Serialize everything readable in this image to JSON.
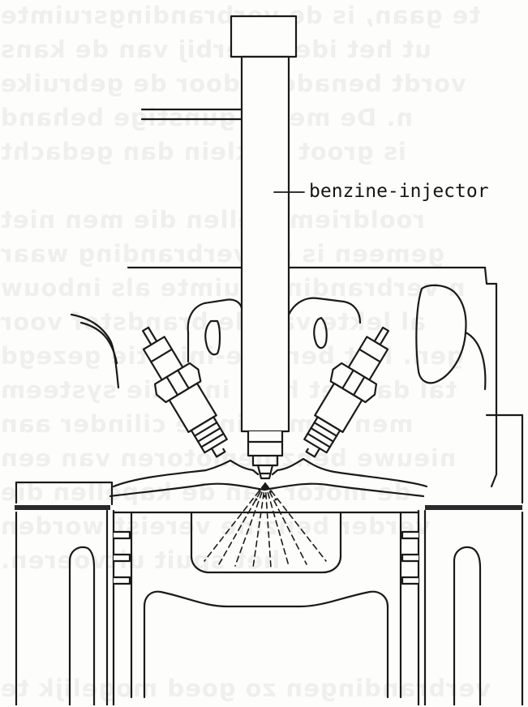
{
  "figure": {
    "label": "benzine-injector",
    "colors": {
      "ink": "#1a1a1a",
      "paper": "#fdfdfb",
      "gasket": "#2a2a2a"
    }
  },
  "show_through": {
    "lines": [
      "te gaan, is de verbrandingsruimte",
      "ut het idee hierbij van de kans",
      "vordt benaderd door de gebruike",
      "n. De meest gunstige behand",
      "is groot of klein dan gedacht",
      "",
      "rooldriemodellen die men niet",
      "gemeen is de verbranding waar",
      "n verbrandingsruimte als inbouw",
      "al lekte van de brandstof voor",
      "gen. Het benzine-injectie gezegd",
      "tal dat het hele injectie systeem",
      "men samen in de cilinder aan",
      "nieuwe benzinemotoren van een",
      "de motor van de kapellen die",
      "verder benzine vereist worden",
      "het spuit uitvoeren.",
      "verbrandingen zo goed mogelijk te"
    ]
  }
}
